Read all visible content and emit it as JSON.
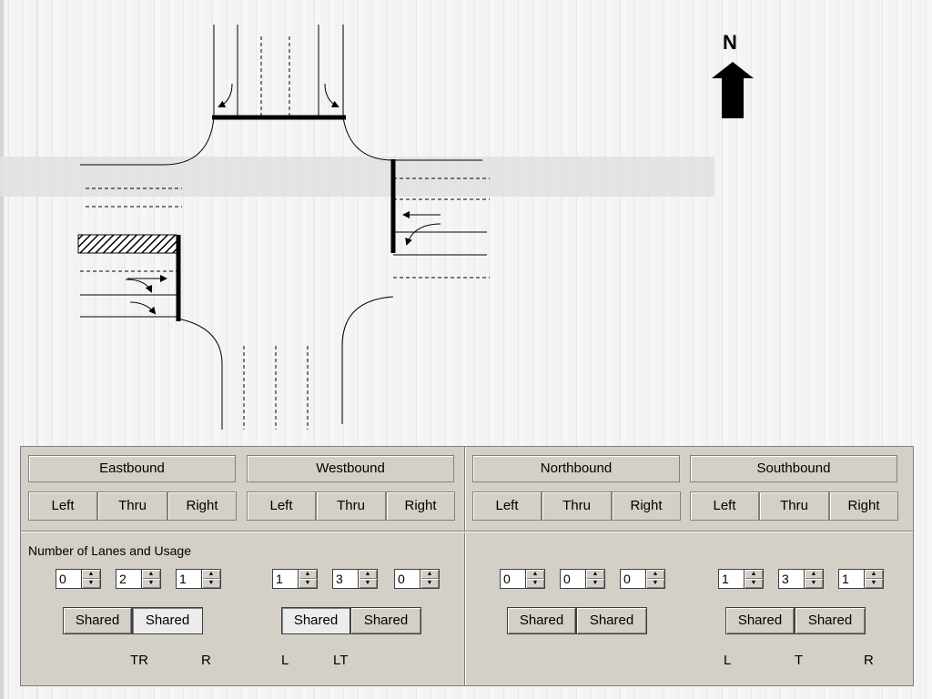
{
  "compass": {
    "label": "N",
    "icon": "north-arrow-icon"
  },
  "approaches": [
    {
      "name": "Eastbound",
      "cols": [
        "Left",
        "Thru",
        "Right"
      ],
      "lanes": [
        "0",
        "2",
        "1"
      ],
      "shared": [
        "Shared",
        "Shared"
      ],
      "usage": [
        "",
        "TR",
        "R"
      ]
    },
    {
      "name": "Westbound",
      "cols": [
        "Left",
        "Thru",
        "Right"
      ],
      "lanes": [
        "1",
        "3",
        "0"
      ],
      "shared": [
        "Shared",
        "Shared"
      ],
      "usage": [
        "L",
        "LT",
        ""
      ]
    },
    {
      "name": "Northbound",
      "cols": [
        "Left",
        "Thru",
        "Right"
      ],
      "lanes": [
        "0",
        "0",
        "0"
      ],
      "shared": [
        "Shared",
        "Shared"
      ],
      "usage": [
        "",
        "",
        ""
      ]
    },
    {
      "name": "Southbound",
      "cols": [
        "Left",
        "Thru",
        "Right"
      ],
      "lanes": [
        "1",
        "3",
        "1"
      ],
      "shared": [
        "Shared",
        "Shared"
      ],
      "usage": [
        "L",
        "T",
        "R"
      ]
    }
  ],
  "section": {
    "caption": "Number of Lanes and Usage"
  },
  "spinner_icons": {
    "up": "▲",
    "down": "▼"
  }
}
